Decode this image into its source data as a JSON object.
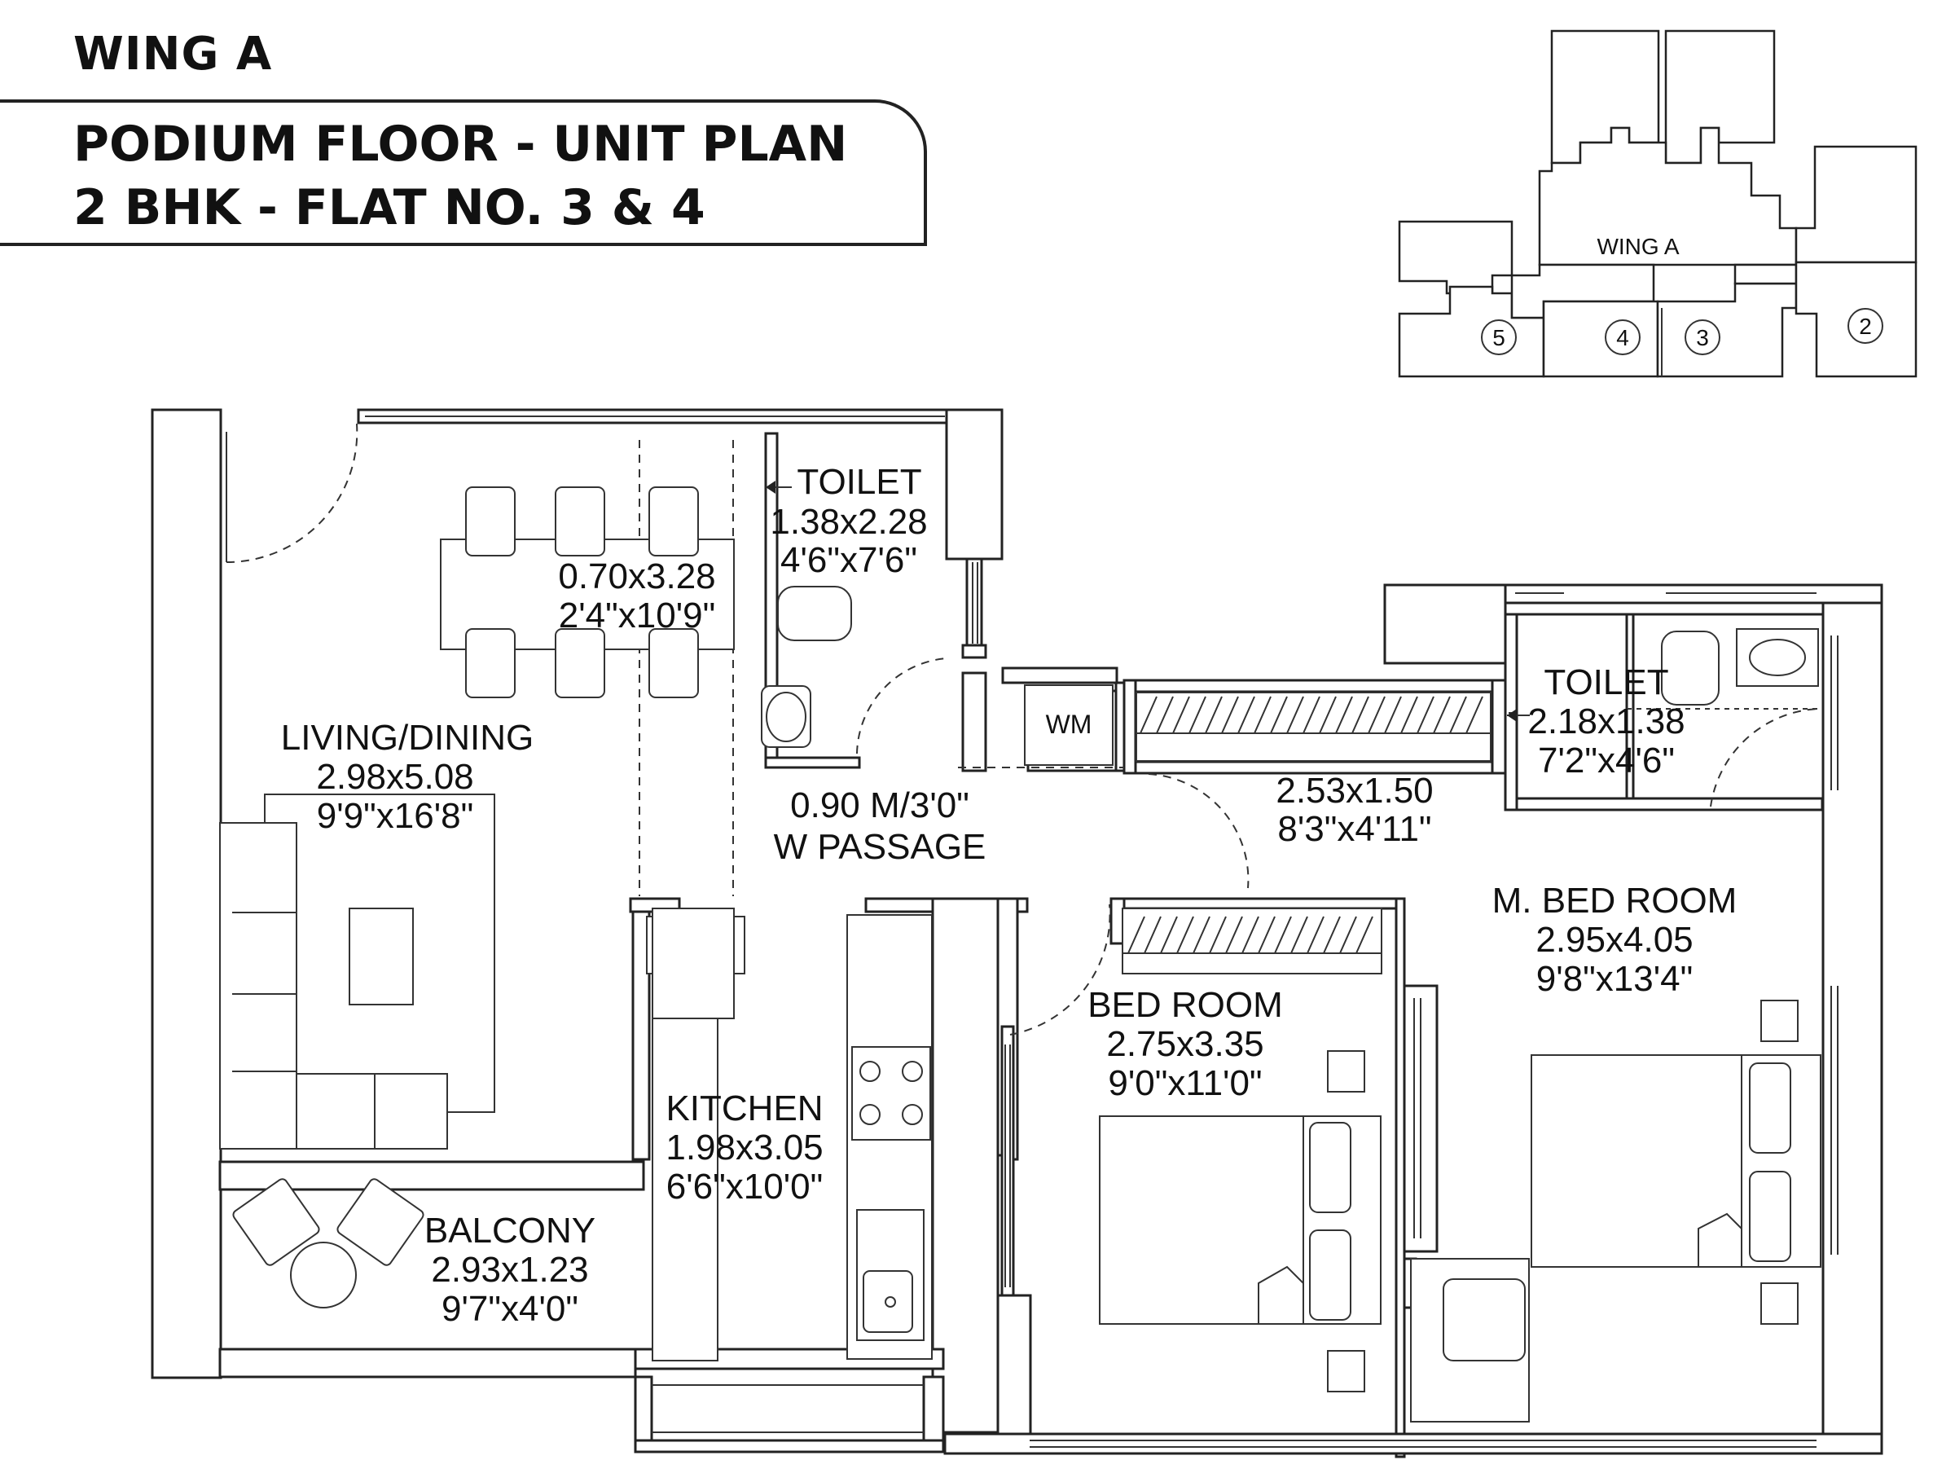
{
  "header": {
    "wing": "WING A",
    "title_line_1": "PODIUM FLOOR - UNIT PLAN",
    "title_line_2": "2 BHK - FLAT NO. 3 & 4"
  },
  "key_plan": {
    "wing_label": "WING A",
    "flat_numbers": [
      "5",
      "4",
      "3",
      "2"
    ]
  },
  "rooms": {
    "toilet_common": {
      "name": "TOILET",
      "size_m": "1.38x2.28",
      "size_ft": "4'6\"x7'6\""
    },
    "dining_table": {
      "size_m": "0.70x3.28",
      "size_ft": "2'4\"x10'9\""
    },
    "living_dining": {
      "name": "LIVING/DINING",
      "size_m": "2.98x5.08",
      "size_ft": "9'9\"x16'8\""
    },
    "passage": {
      "size_line": "0.90 M/3'0\"",
      "name": "W PASSAGE"
    },
    "wm": "WM",
    "toilet_master": {
      "name": "TOILET",
      "size_m": "2.18x1.38",
      "size_ft": "7'2\"x4'6\""
    },
    "wardrobe_area": {
      "size_m": "2.53x1.50",
      "size_ft": "8'3\"x4'11\""
    },
    "master_bedroom": {
      "name": "M. BED ROOM",
      "size_m": "2.95x4.05",
      "size_ft": "9'8\"x13'4\""
    },
    "bedroom": {
      "name": "BED ROOM",
      "size_m": "2.75x3.35",
      "size_ft": "9'0\"x11'0\""
    },
    "kitchen": {
      "name": "KITCHEN",
      "size_m": "1.98x3.05",
      "size_ft": "6'6\"x10'0\""
    },
    "balcony": {
      "name": "BALCONY",
      "size_m": "2.93x1.23",
      "size_ft": "9'7\"x4'0\""
    }
  }
}
